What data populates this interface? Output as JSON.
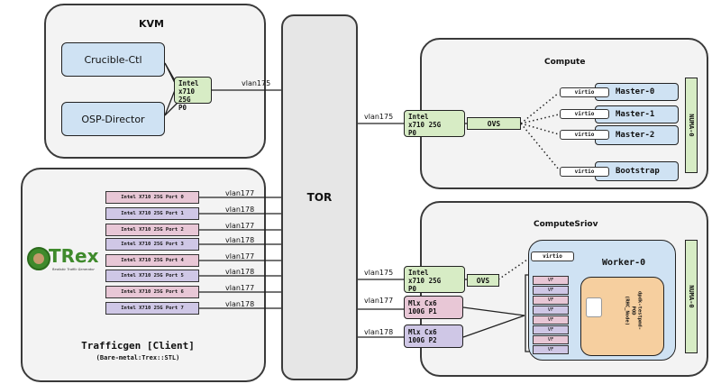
{
  "kvm": {
    "title": "KVM",
    "crucible": "Crucible-Ctl",
    "osp": "OSP-Director",
    "nic_line1": "Intel",
    "nic_line2": "x710 25G",
    "nic_line3": "P0"
  },
  "tor": {
    "label": "TOR"
  },
  "trafficgen": {
    "title": "Trafficgen [Client]",
    "subtitle": "(Bare-metal:Trex::STL)",
    "logo_text": "TRex",
    "logo_tagline": "Realistic Traffic Generator",
    "ports": [
      "Intel X710 25G Port 0",
      "Intel X710 25G Port 1",
      "Intel X710 25G Port 2",
      "Intel X710 25G Port 3",
      "Intel X710 25G Port 4",
      "Intel X710 25G Port 5",
      "Intel X710 25G Port 6",
      "Intel X710 25G Port 7"
    ],
    "vlans": [
      "vlan177",
      "vlan178",
      "vlan177",
      "vlan178",
      "vlan177",
      "vlan178",
      "vlan177",
      "vlan178"
    ]
  },
  "links": {
    "kvm_vlan": "vlan175",
    "compute_vlan": "vlan175",
    "sriov_vlan_p0": "vlan175",
    "sriov_vlan_p1": "vlan177",
    "sriov_vlan_p2": "vlan178"
  },
  "compute": {
    "title": "Compute",
    "nic_line1": "Intel",
    "nic_line2": "x710 25G",
    "nic_line3": "P0",
    "ovs": "OVS",
    "virtio": "virtio",
    "vms": [
      "Master-0",
      "Master-1",
      "Master-2",
      "Bootstrap"
    ],
    "numa": "NUMA-0"
  },
  "sriov": {
    "title": "ComputeSriov",
    "nic_line1": "Intel",
    "nic_line2": "x710 25G",
    "nic_line3": "P0",
    "ovs": "OVS",
    "virtio": "virtio",
    "mlx1_line1": "Mlx Cx6",
    "mlx1_line2": "100G P1",
    "mlx2_line1": "Mlx Cx6",
    "mlx2_line2": "100G P2",
    "worker": "Worker-0",
    "vf": "VF",
    "pod_line1": "dpdk-testpmd-",
    "pod_line2": "POD",
    "pod_line3": "(RHC_Node)",
    "numa": "NUMA-0"
  },
  "colors": {
    "nic_green": "#d7ecc5",
    "port_pink": "#e8c7d6",
    "port_purple": "#cfc7e6",
    "vm_blue": "#cfe2f3",
    "pod_orange": "#f6cf9f",
    "group_gray": "#f3f3f3"
  }
}
